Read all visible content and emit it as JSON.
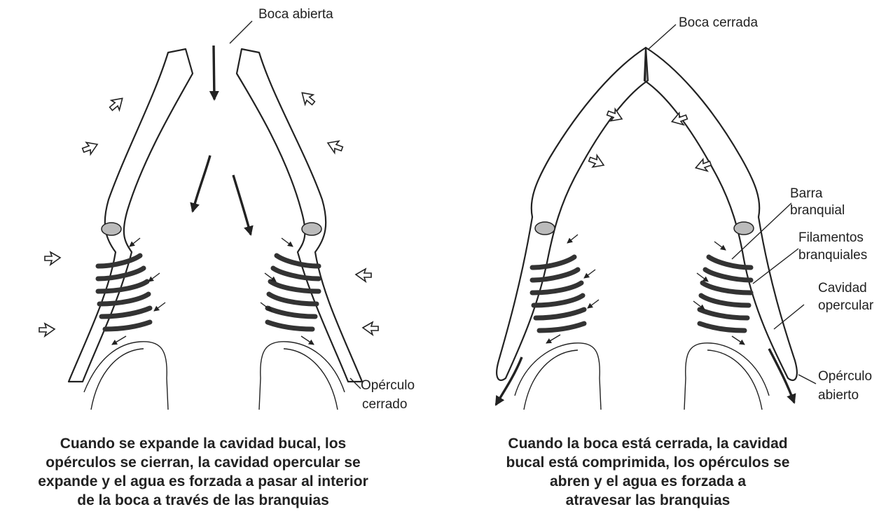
{
  "left_diagram": {
    "label_boca": "Boca abierta",
    "label_operculo_1": "Opérculo",
    "label_operculo_2": "cerrado",
    "caption": [
      "Cuando se expande la cavidad bucal, los",
      "opérculos se cierran, la cavidad opercular se",
      "expande y el agua es forzada a pasar al interior",
      "de la boca a través de las branquias"
    ]
  },
  "right_diagram": {
    "label_boca": "Boca cerrada",
    "label_barra_1": "Barra",
    "label_barra_2": "branquial",
    "label_filamentos_1": "Filamentos",
    "label_filamentos_2": "branquiales",
    "label_cavidad_1": "Cavidad",
    "label_cavidad_2": "opercular",
    "label_operculo_1": "Opérculo",
    "label_operculo_2": "abierto",
    "caption": [
      "Cuando la boca está cerrada, la cavidad",
      "bucal está comprimida, los opérculos se",
      "abren y el agua es forzada a",
      "atravesar las branquias"
    ]
  }
}
